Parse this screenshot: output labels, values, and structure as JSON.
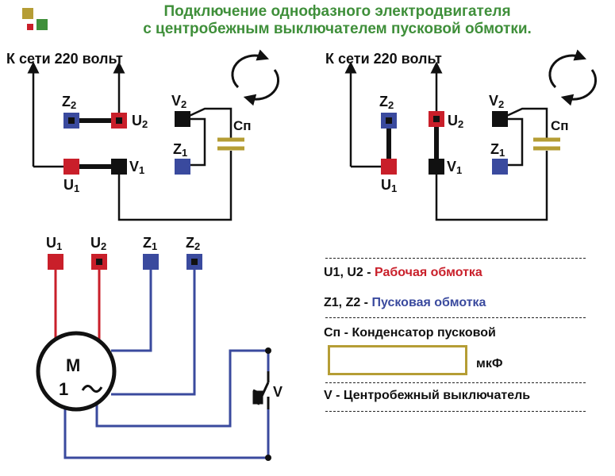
{
  "header": {
    "title_line1": "Подключение однофазного электродвигателя",
    "title_line2": "с центробежным выключателем пусковой обмотки.",
    "logo_colors": [
      "#b59d35",
      "#c91f2a",
      "#3f8f3a"
    ]
  },
  "diagram_left": {
    "mains_label": "К сети 220 вольт",
    "terminals": {
      "Z2": "Z",
      "U2": "U",
      "V2": "V",
      "Z1": "Z",
      "U1": "U",
      "V1": "V"
    },
    "capacitor_label": "Cп"
  },
  "diagram_right": {
    "mains_label": "К сети 220 вольт",
    "capacitor_label": "Cп"
  },
  "motor": {
    "letter": "M",
    "phase": "1",
    "leads": [
      "U1",
      "U2",
      "Z1",
      "Z2"
    ],
    "switch_label": "V"
  },
  "legend": {
    "working_prefix": "U1, U2 -",
    "working_text": "Рабочая обмотка",
    "start_prefix": "Z1, Z2 -",
    "start_text": "Пусковая обмотка",
    "cap_text": "Cп - Конденсатор пусковой",
    "cap_unit": "мкФ",
    "switch_text": "V - Центробежный выключатель"
  },
  "colors": {
    "red": "#c91f2a",
    "blue": "#3a4a9e",
    "black": "#111111",
    "green": "#3f8f3a",
    "gold": "#b59d35"
  }
}
